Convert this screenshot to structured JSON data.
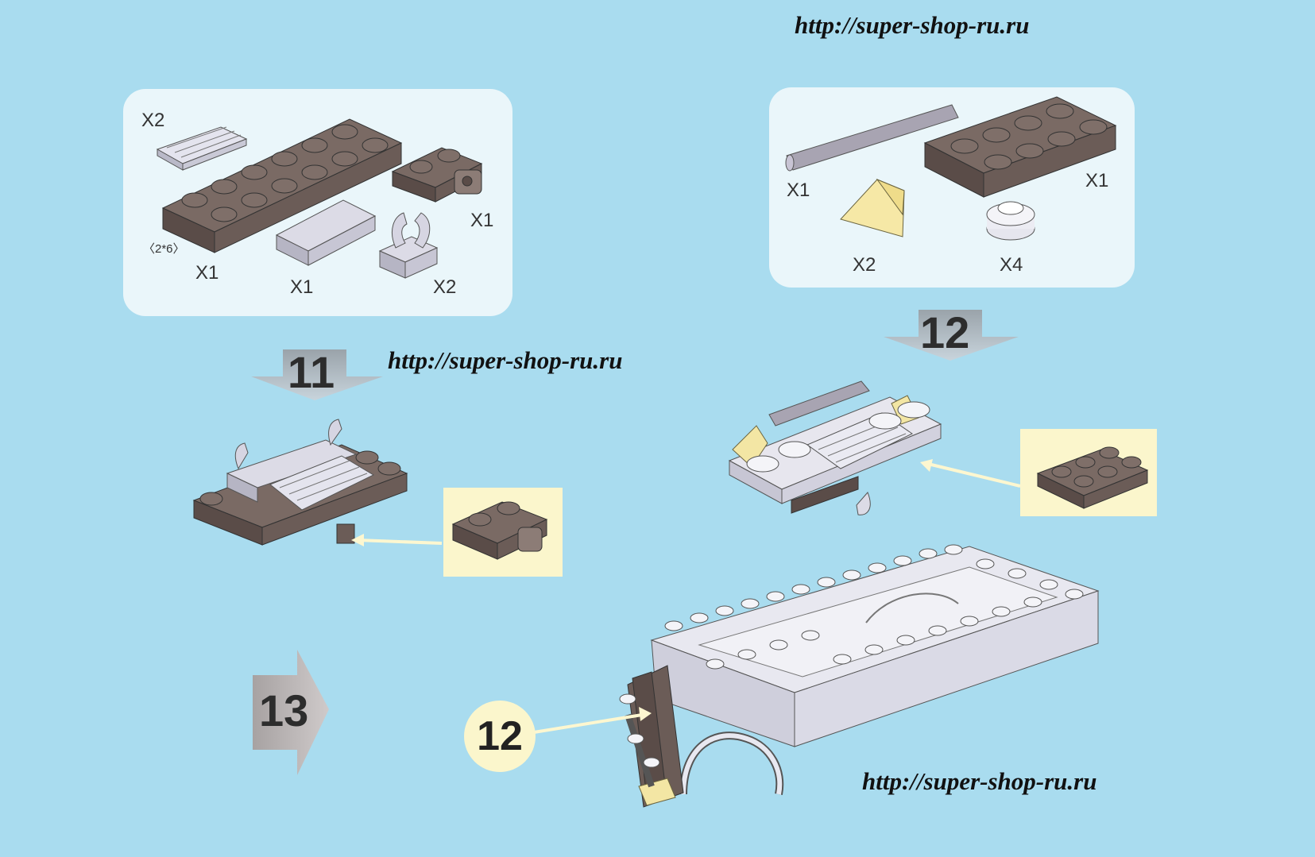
{
  "watermarks": {
    "top": "http://super-shop-ru.ru",
    "middle": "http://super-shop-ru.ru",
    "bottom": "http://super-shop-ru.ru"
  },
  "parts_panel_11": {
    "quantities": {
      "tile_grille": "X2",
      "plate_2x6": "X1",
      "plate_clip": "X1",
      "tile_flat": "X1",
      "clip": "X2"
    },
    "size_label": "〈2*6〉"
  },
  "parts_panel_12": {
    "quantities": {
      "bar": "X1",
      "plate_2x4": "X1",
      "slope": "X2",
      "round_plate": "X4"
    }
  },
  "steps": {
    "step_11": "11",
    "step_12": "12",
    "step_13": "13",
    "callout_12": "12"
  },
  "colors": {
    "background": "#a9dcef",
    "panel": "#eaf6fa",
    "callout": "#fbf6cc",
    "dark_brick": "#6e5f5a",
    "light_brick": "#dcdbe8",
    "yellow_brick": "#f3e6a4"
  }
}
